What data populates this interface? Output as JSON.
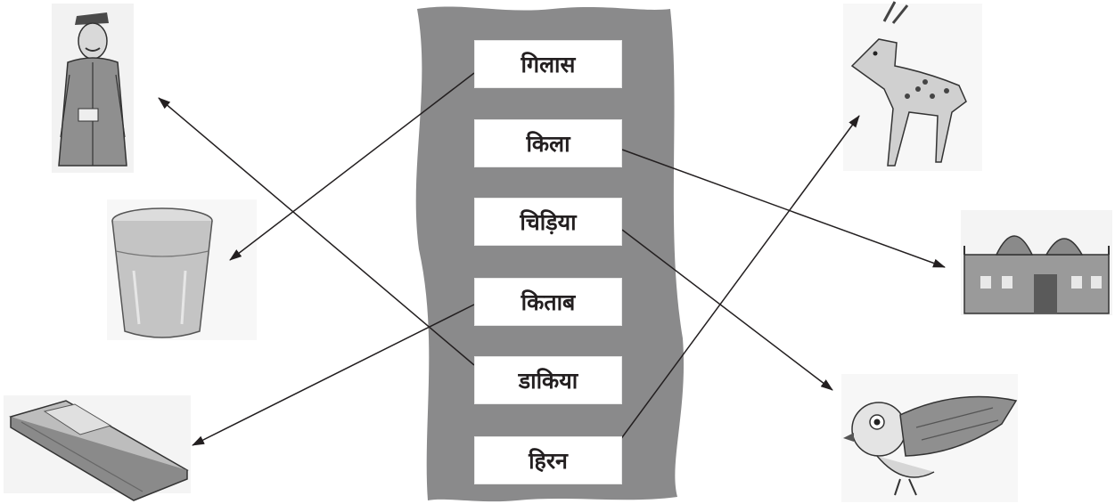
{
  "words": [
    "गिलास",
    "किला",
    "चिड़िया",
    "किताब",
    "डाकिया",
    "हिरन"
  ],
  "pictures": [
    {
      "name": "postman-picture",
      "icon": "postman"
    },
    {
      "name": "glass-picture",
      "icon": "glass"
    },
    {
      "name": "book-picture",
      "icon": "book"
    },
    {
      "name": "deer-picture",
      "icon": "deer"
    },
    {
      "name": "fort-picture",
      "icon": "fort"
    },
    {
      "name": "sparrow-picture",
      "icon": "sparrow"
    }
  ],
  "matches": [
    {
      "word": "गिलास",
      "picture": "glass"
    },
    {
      "word": "किला",
      "picture": "fort"
    },
    {
      "word": "चिड़िया",
      "picture": "sparrow"
    },
    {
      "word": "किताब",
      "picture": "book"
    },
    {
      "word": "डाकिया",
      "picture": "postman"
    },
    {
      "word": "हिरन",
      "picture": "deer"
    }
  ],
  "colors": {
    "panel": "#8a8a8b",
    "line": "#231f20",
    "box": "#ffffff"
  }
}
